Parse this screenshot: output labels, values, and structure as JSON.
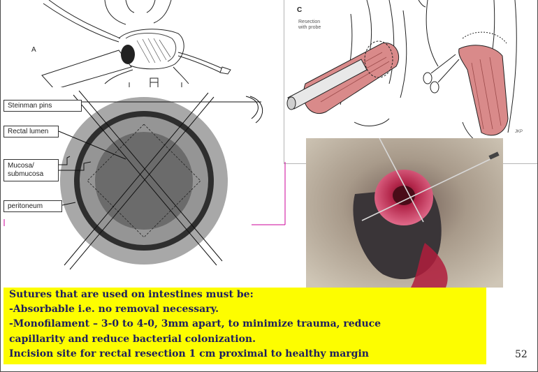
{
  "figure_labels": {
    "steinmann": "Steinman pins",
    "lumen": "Rectal lumen",
    "mucosa_line1": "Mucosa/",
    "mucosa_line2": "submucosa",
    "peritoneum": "peritoneum",
    "panel_a": "A",
    "panel_c": "C",
    "resection_line1": "Resection",
    "resection_line2": "with probe"
  },
  "note": {
    "lines": [
      "Sutures that are used on intestines must be:",
      "-Absorbable i.e. no removal necessary.",
      "-Monofilament – 3-0 to 4-0, 3mm apart, to minimize trauma, reduce",
      "capillarity and reduce bacterial colonization.",
      "Incision site for rectal resection 1 cm proximal to healthy margin"
    ]
  },
  "page_number": "52",
  "colors": {
    "note_background": "#fdfd00",
    "note_text": "#1e1e5e",
    "connector_line": "#cc0099",
    "outer_ring": "#a8a8a8",
    "dark_ring": "#2e2e2e",
    "lumen": "#6b6b6b",
    "tissue_pink": "#d98a8a"
  }
}
